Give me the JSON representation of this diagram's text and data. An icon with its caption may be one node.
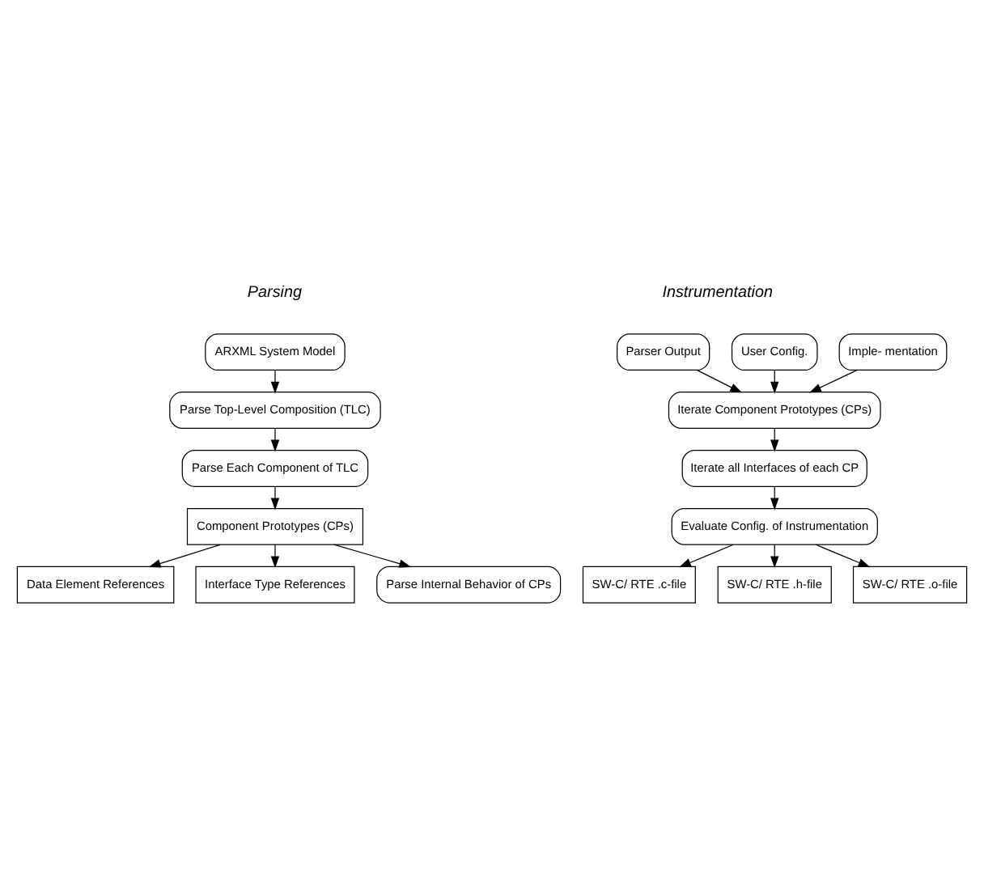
{
  "diagram": {
    "nodes": [
      {
        "text": [
          "ARXML System Model"
        ]
      },
      {
        "text": [
          "Parse Top-Level Composition (TLC)"
        ]
      },
      {
        "text": [
          "Parse Each Component of TLC"
        ]
      },
      {
        "text": [
          "Component Prototypes (CPs)"
        ]
      },
      {
        "text": [
          "Data Element References"
        ]
      },
      {
        "text": [
          "Interface Type References"
        ]
      },
      {
        "text": [
          "Parse Internal Behavior of CPs"
        ]
      },
      {
        "text": [
          "Parser Output"
        ]
      },
      {
        "text": [
          "User Config."
        ]
      },
      {
        "text": [
          "Imple- mentation"
        ]
      },
      {
        "text": [
          "Iterate Component Prototypes (CPs)"
        ]
      },
      {
        "text": [
          "Iterate all Interfaces of each CP"
        ]
      },
      {
        "text": [
          "Evaluate Config. of Instrumentation"
        ]
      },
      {
        "text": [
          "SW-C/ RTE .c-file"
        ]
      },
      {
        "text": [
          "SW-C/ RTE .h-file"
        ]
      },
      {
        "text": [
          "SW-C/ RTE .o-file"
        ]
      }
    ],
    "edges": [
      {
        "from": 0,
        "to": 1,
        "arrow": "to"
      },
      {
        "from": 1,
        "to": 2,
        "arrow": "to"
      },
      {
        "from": 2,
        "to": 3,
        "arrow": "to"
      },
      {
        "from": 3,
        "to": 4,
        "arrow": "to"
      },
      {
        "from": 3,
        "to": 5,
        "arrow": "to"
      },
      {
        "from": 3,
        "to": 6,
        "arrow": "to"
      },
      {
        "from": 7,
        "to": 10,
        "arrow": "to"
      },
      {
        "from": 9,
        "to": 10,
        "arrow": "to"
      },
      {
        "from": 8,
        "to": 10,
        "arrow": "to"
      },
      {
        "from": 10,
        "to": 11,
        "arrow": "to"
      },
      {
        "from": 11,
        "to": 12,
        "arrow": "to"
      },
      {
        "from": 12,
        "to": 13,
        "arrow": "to"
      },
      {
        "from": 12,
        "to": 14,
        "arrow": "to"
      },
      {
        "from": 12,
        "to": 15,
        "arrow": "to"
      }
    ],
    "labels": [
      "Parsing",
      "Instrumentation"
    ]
  }
}
